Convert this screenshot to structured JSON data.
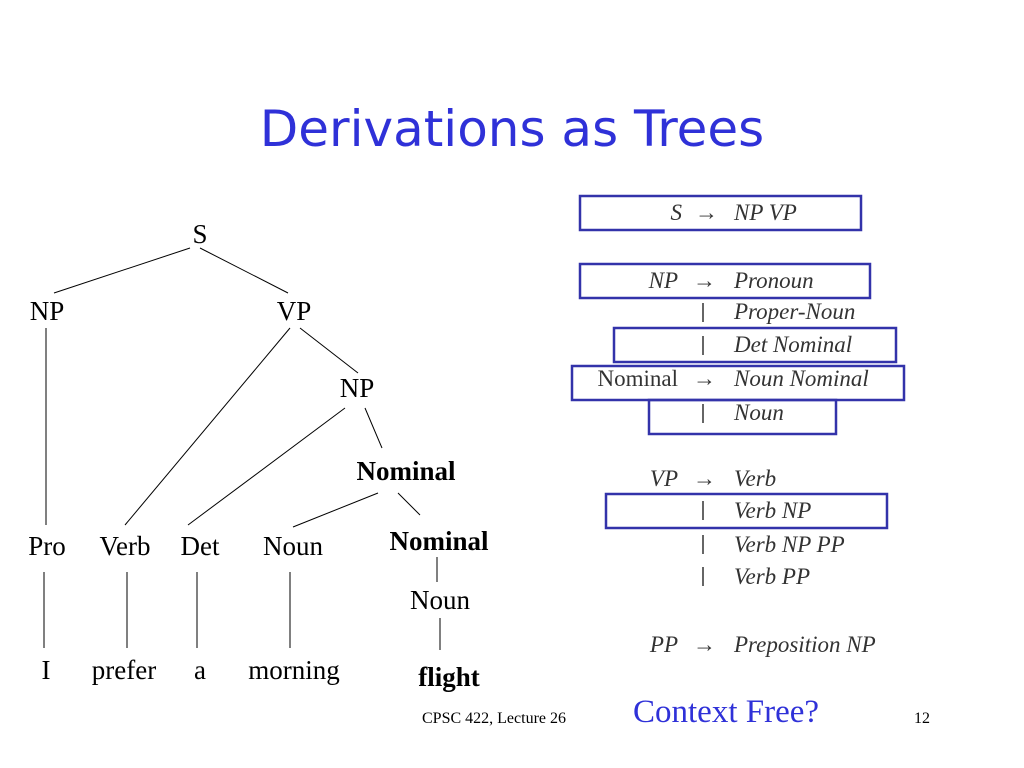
{
  "slide": {
    "title": "Derivations as Trees",
    "footer_course": "CPSC 422, Lecture 26",
    "footer_question": "Context Free?",
    "page_number": "12",
    "accent_color": "#2f31d8"
  },
  "tree": {
    "nodes": {
      "s": "S",
      "np_left": "NP",
      "vp": "VP",
      "np_right": "NP",
      "nominal_top": "Nominal",
      "pro": "Pro",
      "verb": "Verb",
      "det": "Det",
      "noun_morning": "Noun",
      "nominal_sub": "Nominal",
      "noun_flight": "Noun"
    },
    "words": {
      "i": "I",
      "prefer": "prefer",
      "a": "a",
      "morning": "morning",
      "flight": "flight"
    }
  },
  "grammar": {
    "arrow": "→",
    "alt_bar": "|",
    "s_lhs": "S",
    "s_rhs": "NP VP",
    "np_lhs": "NP",
    "np_rhs1": "Pronoun",
    "np_rhs2": "Proper-Noun",
    "np_rhs3": "Det Nominal",
    "nominal_lhs": "Nominal",
    "nominal_rhs1": "Noun Nominal",
    "nominal_rhs2": "Noun",
    "vp_lhs": "VP",
    "vp_rhs1": "Verb",
    "vp_rhs2": "Verb NP",
    "vp_rhs3": "Verb NP PP",
    "vp_rhs4": "Verb PP",
    "pp_lhs": "PP",
    "pp_rhs": "Preposition NP",
    "highlight_color": "#3333aa"
  }
}
